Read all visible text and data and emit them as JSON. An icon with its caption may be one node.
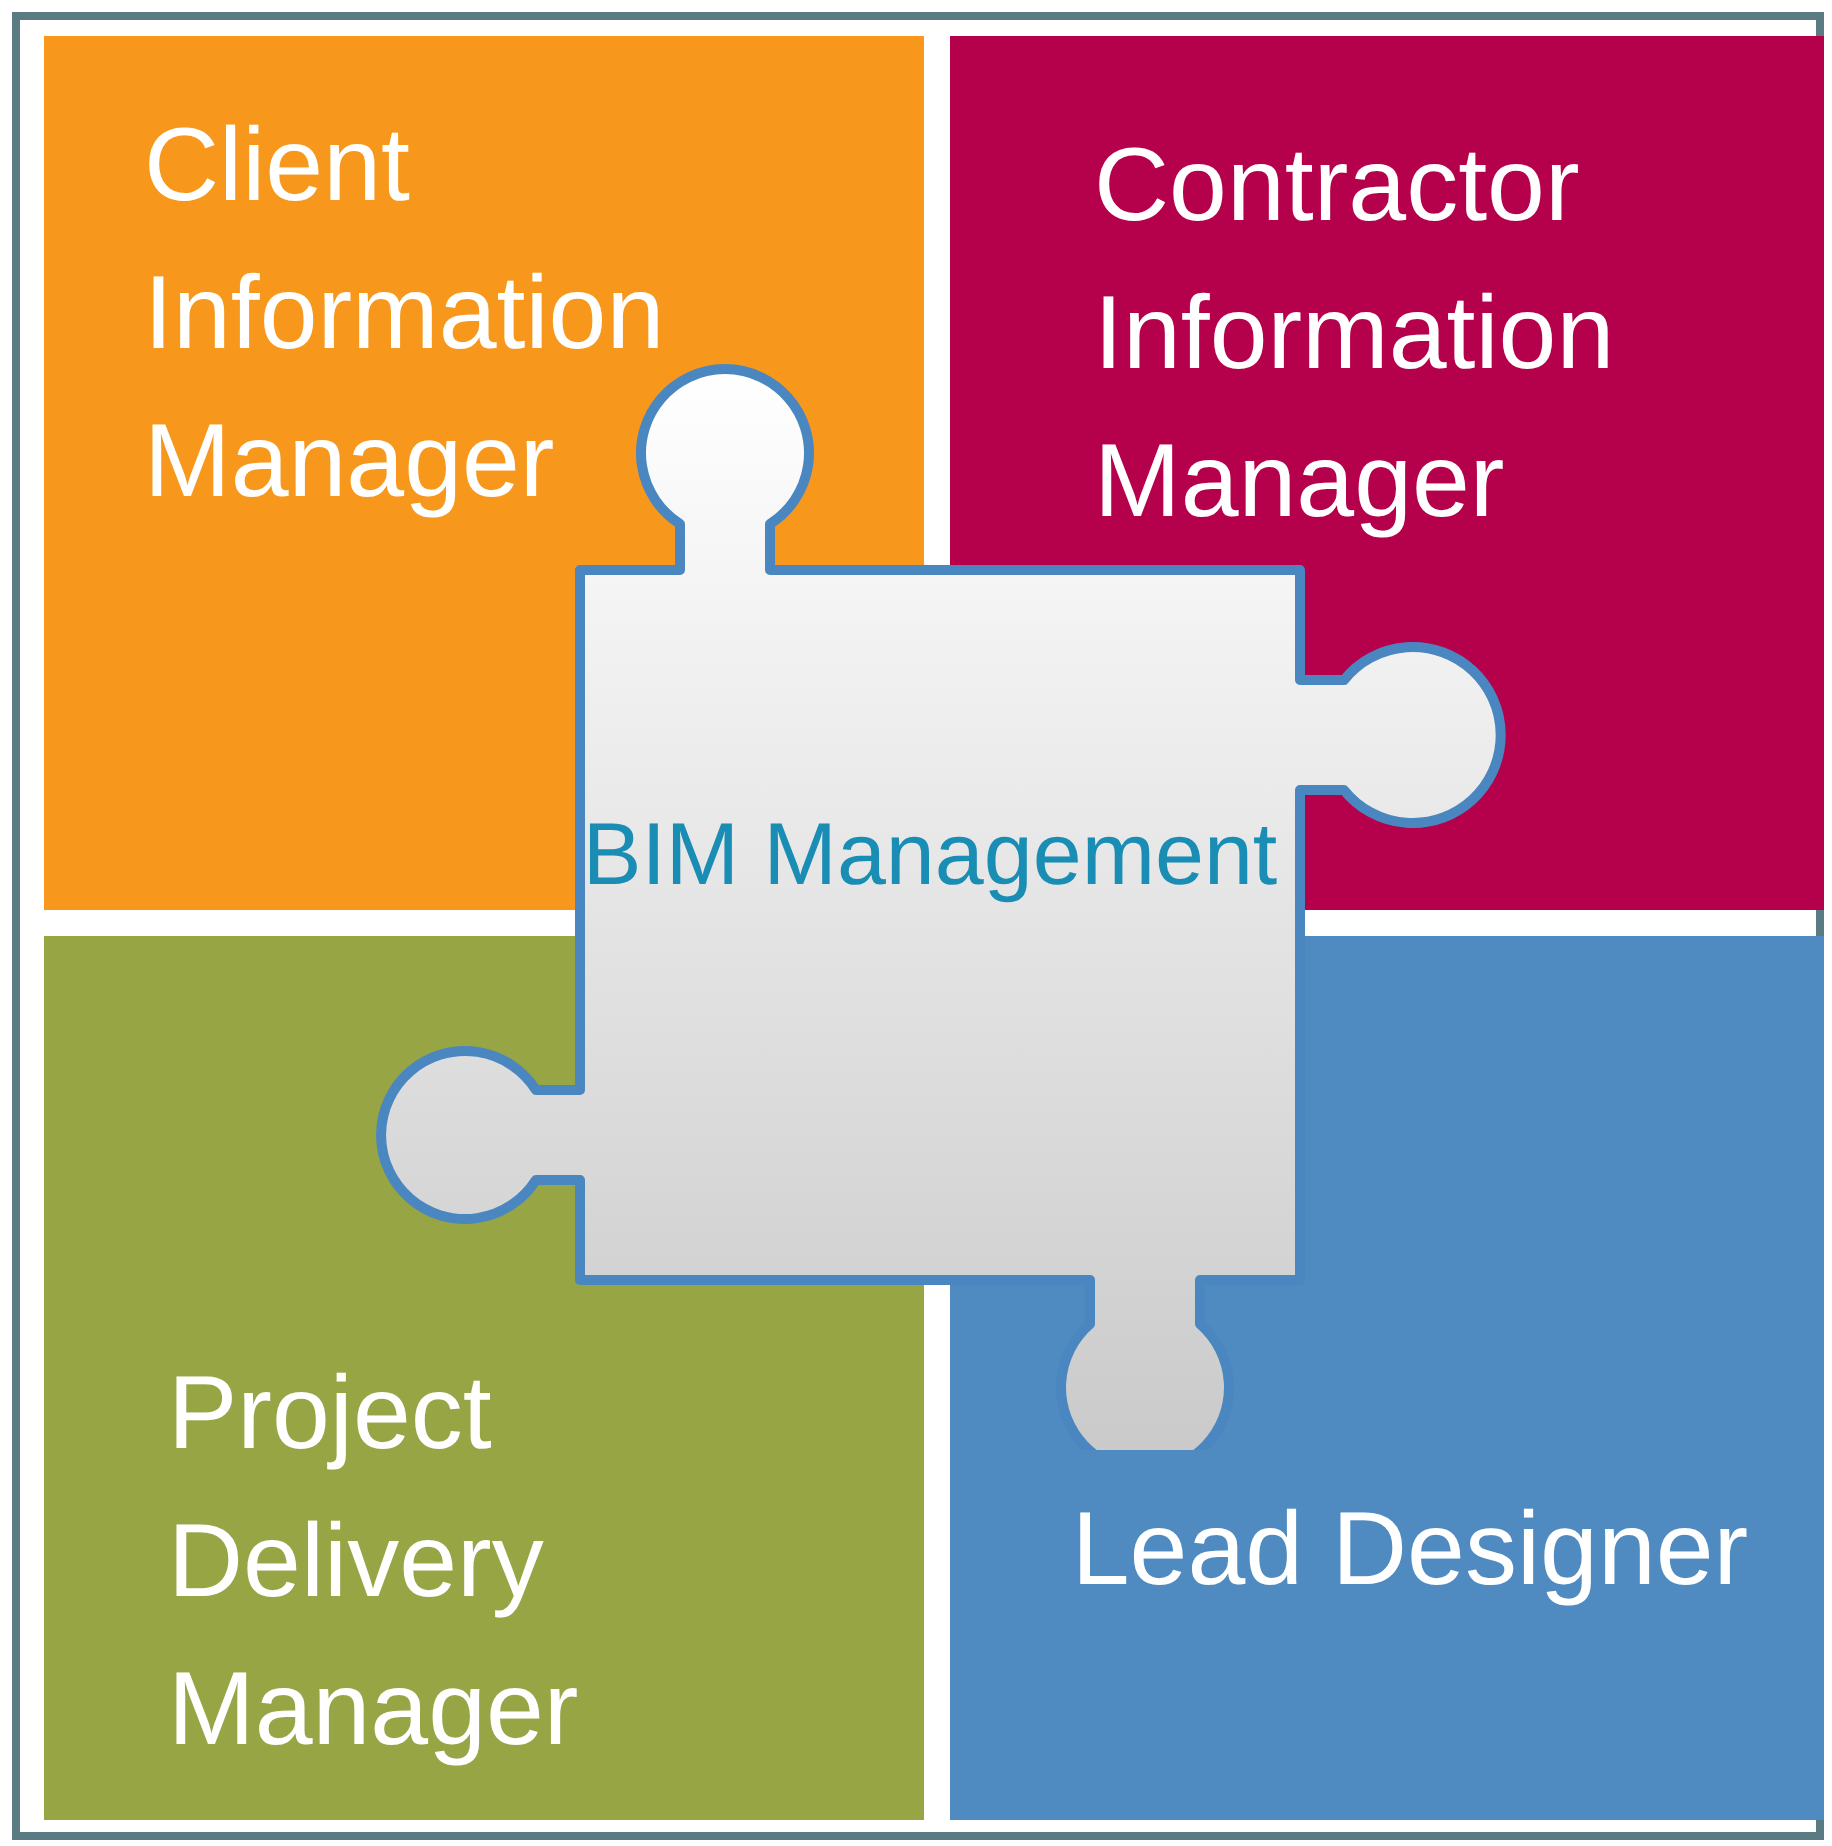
{
  "diagram": {
    "nodes": [
      {
        "text": [
          "Client Information Manager"
        ]
      },
      {
        "text": [
          "Contractor Information Manager"
        ]
      },
      {
        "text": [
          "Project Delivery Manager"
        ]
      },
      {
        "text": [
          "Lead Designer"
        ]
      },
      {
        "text": [
          "BIM Management"
        ]
      }
    ]
  }
}
